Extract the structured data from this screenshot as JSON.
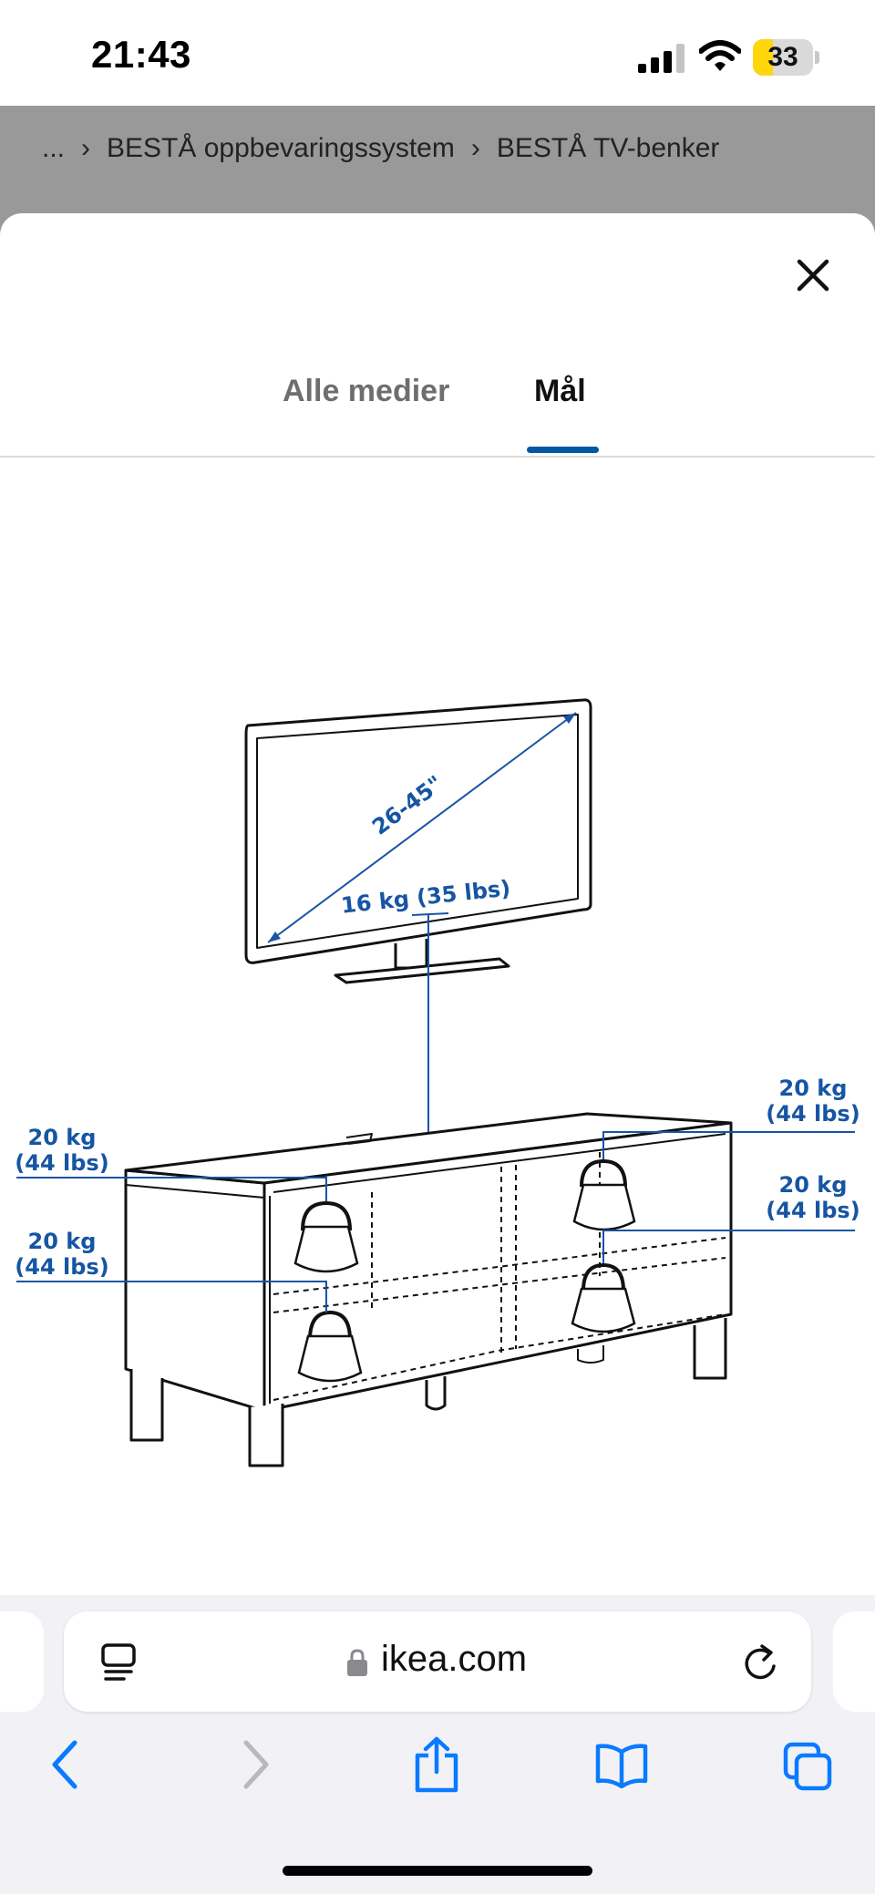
{
  "status_bar": {
    "time": "21:43",
    "battery_percent": 33,
    "battery_label": "33"
  },
  "breadcrumb": [
    {
      "label": "..."
    },
    {
      "label": "BESTÅ oppbevaringssystem"
    },
    {
      "label": "BESTÅ TV-benker"
    }
  ],
  "sheet": {
    "tabs": [
      {
        "label": "Alle medier",
        "selected": false
      },
      {
        "label": "Mål",
        "selected": true
      }
    ]
  },
  "illustration": {
    "tv_size": "26-45\"",
    "tv_weight": "16 kg (35 lbs)",
    "load_labels": [
      {
        "kg": "20 kg",
        "lbs": "(44 lbs)"
      },
      {
        "kg": "20 kg",
        "lbs": "(44 lbs)"
      },
      {
        "kg": "20 kg",
        "lbs": "(44 lbs)"
      },
      {
        "kg": "20 kg",
        "lbs": "(44 lbs)"
      }
    ]
  },
  "browser": {
    "url_host": "ikea.com"
  },
  "colors": {
    "accent": "#0058a3",
    "label_blue": "#1655a3",
    "battery": "#ffd60a",
    "ios_blue": "#0a7aff"
  },
  "icons": {
    "status": [
      "signal-icon",
      "wifi-icon",
      "battery-icon"
    ],
    "sheet": [
      "close-icon"
    ],
    "toolbar": [
      "reader-icon",
      "lock-icon",
      "reload-icon",
      "back-icon",
      "forward-icon",
      "share-icon",
      "bookmarks-icon",
      "tabs-icon"
    ]
  }
}
